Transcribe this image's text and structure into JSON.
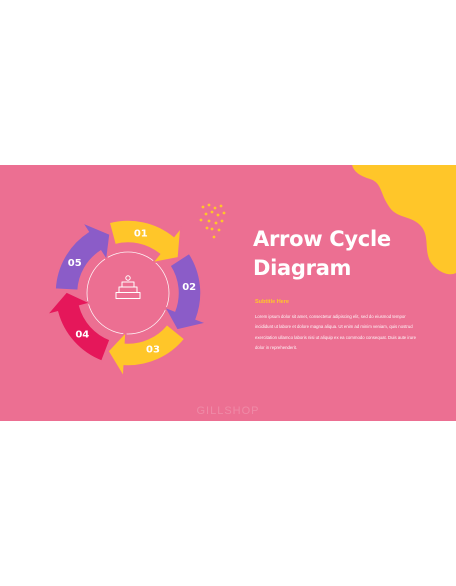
{
  "slide": {
    "title_line1": "Arrow Cycle",
    "title_line2": "Diagram",
    "subtitle": "Subtitle Here",
    "body": "Lorem ipsum dolor sit amet, consectetur adipiscing elit, sed do eiusmod tempor incididunt ut labore et dolore magna aliqua. Ut enim ad minim veniam, quis nostrud exercitation ullamco laboris nisi ut aliquip ex ea commodo consequat. Duis aute irure dolor in reprehenderit.",
    "watermark": "GILLSHOP"
  },
  "diagram": {
    "center_icon": "cake-icon",
    "steps": [
      {
        "label": "01",
        "color": "#FFC629"
      },
      {
        "label": "02",
        "color": "#8B5CC8"
      },
      {
        "label": "03",
        "color": "#FFC629"
      },
      {
        "label": "04",
        "color": "#E5175A"
      },
      {
        "label": "05",
        "color": "#8B5CC8"
      }
    ]
  },
  "colors": {
    "background": "#EC6F92",
    "accent_yellow": "#FFC629",
    "accent_purple": "#8B5CC8",
    "accent_red": "#E5175A",
    "text": "#FFFFFF"
  }
}
